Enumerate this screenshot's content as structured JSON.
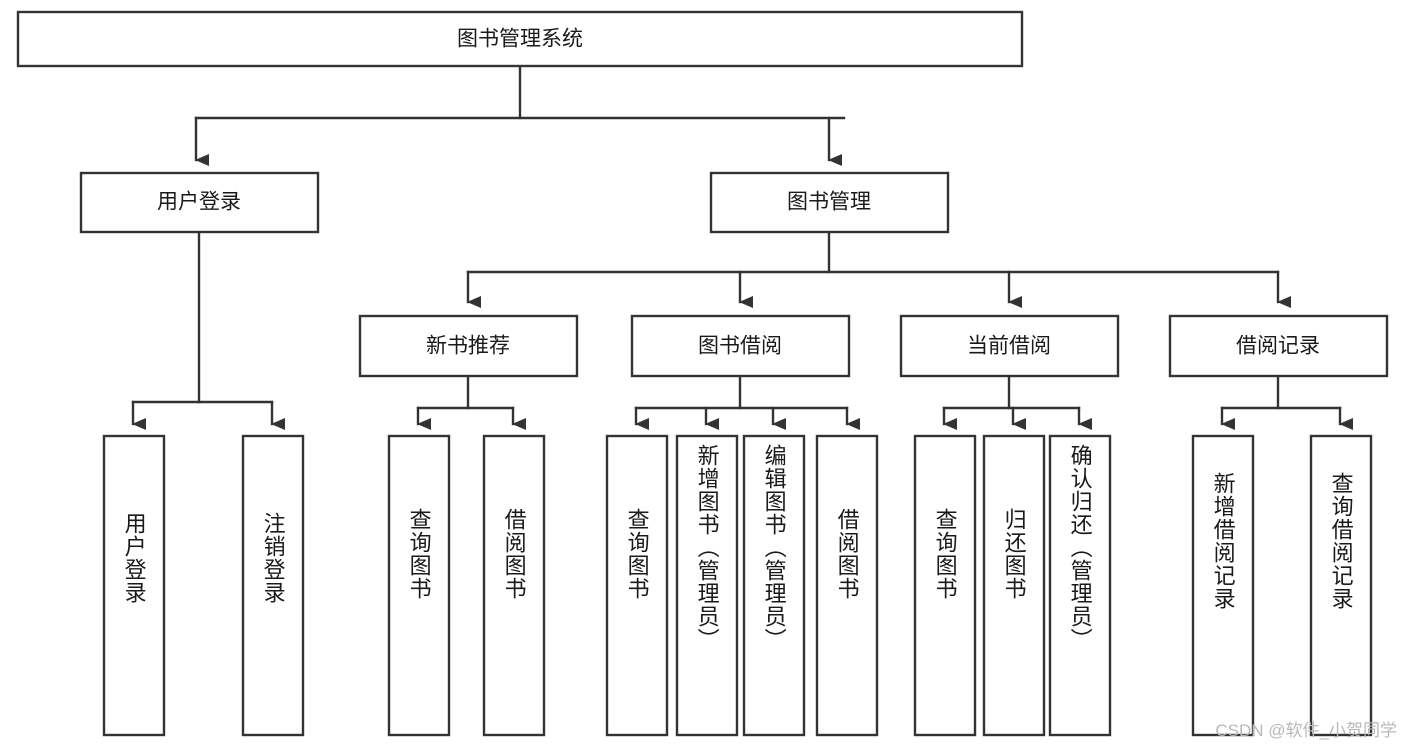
{
  "diagram": {
    "type": "tree-hierarchy",
    "title": "图书管理系统",
    "root": {
      "id": "root",
      "label": "图书管理系统",
      "orientation": "horizontal"
    },
    "level2": [
      {
        "id": "user-login",
        "label": "用户登录",
        "orientation": "horizontal"
      },
      {
        "id": "book-manage",
        "label": "图书管理",
        "orientation": "horizontal"
      }
    ],
    "level3": [
      {
        "id": "new-book-recommend",
        "label": "新书推荐",
        "parent": "book-manage",
        "orientation": "horizontal"
      },
      {
        "id": "book-borrow",
        "label": "图书借阅",
        "parent": "book-manage",
        "orientation": "horizontal"
      },
      {
        "id": "current-borrow",
        "label": "当前借阅",
        "parent": "book-manage",
        "orientation": "horizontal"
      },
      {
        "id": "borrow-record",
        "label": "借阅记录",
        "parent": "book-manage",
        "orientation": "horizontal"
      }
    ],
    "leaves": [
      {
        "id": "leaf-user-login",
        "label": "用户登录",
        "parent": "user-login",
        "orientation": "vertical"
      },
      {
        "id": "leaf-user-logout",
        "label": "注销登录",
        "parent": "user-login",
        "orientation": "vertical"
      },
      {
        "id": "leaf-query-book-1",
        "label": "查询图书",
        "parent": "new-book-recommend",
        "orientation": "vertical"
      },
      {
        "id": "leaf-borrow-book-1",
        "label": "借阅图书",
        "parent": "new-book-recommend",
        "orientation": "vertical"
      },
      {
        "id": "leaf-query-book-2",
        "label": "查询图书",
        "parent": "book-borrow",
        "orientation": "vertical"
      },
      {
        "id": "leaf-add-book",
        "label": "新增图书（管理员）",
        "parent": "book-borrow",
        "orientation": "vertical"
      },
      {
        "id": "leaf-edit-book",
        "label": "编辑图书（管理员）",
        "parent": "book-borrow",
        "orientation": "vertical"
      },
      {
        "id": "leaf-borrow-book-2",
        "label": "借阅图书",
        "parent": "book-borrow",
        "orientation": "vertical"
      },
      {
        "id": "leaf-query-book-3",
        "label": "查询图书",
        "parent": "current-borrow",
        "orientation": "vertical"
      },
      {
        "id": "leaf-return-book",
        "label": "归还图书",
        "parent": "current-borrow",
        "orientation": "vertical"
      },
      {
        "id": "leaf-confirm-return",
        "label": "确认归还（管理员）",
        "parent": "current-borrow",
        "orientation": "vertical"
      },
      {
        "id": "leaf-add-record",
        "label": "新增借阅记录",
        "parent": "borrow-record",
        "orientation": "vertical"
      },
      {
        "id": "leaf-query-record",
        "label": "查询借阅记录",
        "parent": "borrow-record",
        "orientation": "vertical"
      }
    ],
    "colors": {
      "stroke": "#333333",
      "box_fill": "#ffffff",
      "text": "#1a1a1a",
      "background": "#ffffff",
      "watermark": "#b9b9b9"
    }
  },
  "watermark": {
    "text": "CSDN @软件_小贺同学"
  }
}
